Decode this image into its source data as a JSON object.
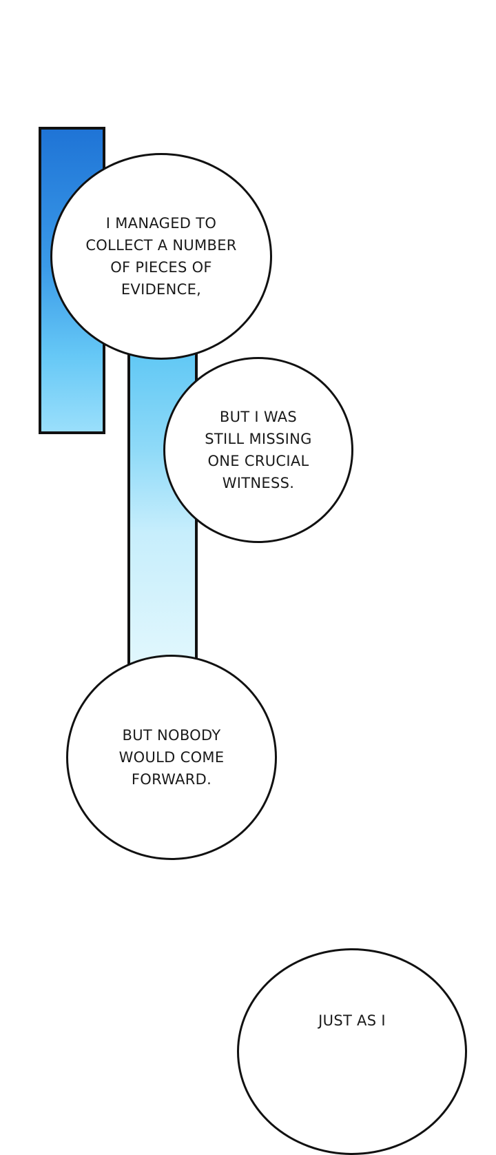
{
  "bubbles": [
    {
      "text": "I MANAGED TO\nCOLLECT A NUMBER\nOF PIECES OF\nEVIDENCE,"
    },
    {
      "text": "BUT I WAS\nSTILL MISSING\nONE CRUCIAL\nWITNESS."
    },
    {
      "text": "BUT NOBODY\nWOULD COME\nFORWARD."
    },
    {
      "text": "JUST AS I"
    }
  ],
  "colors": {
    "bar_left_top": "#1f74d6",
    "bar_left_bottom": "#9adffb",
    "bar_center_top": "#57c4f4",
    "bar_center_bottom": "#e1f7fd",
    "outline": "#111111",
    "background": "#ffffff"
  }
}
